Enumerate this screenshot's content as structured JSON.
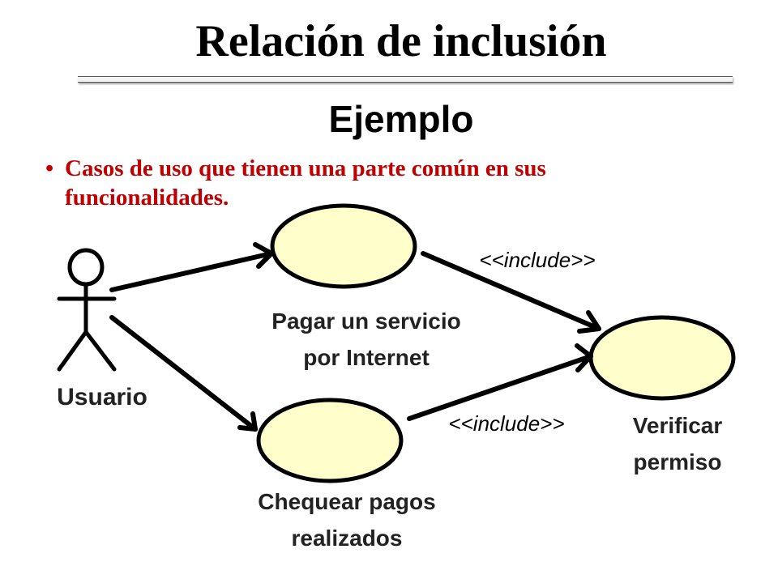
{
  "slide": {
    "title": "Relación de inclusión",
    "subtitle": "Ejemplo",
    "bullet_line1": "Casos de uso que tienen una parte común en sus",
    "bullet_line2": "funcionalidades."
  },
  "diagram": {
    "actor": {
      "label": "Usuario"
    },
    "use_cases": {
      "pagar": {
        "line1": "Pagar un servicio",
        "line2": "por Internet"
      },
      "chequear": {
        "line1": "Chequear pagos",
        "line2": "realizados"
      },
      "verificar": {
        "line1": "Verificar",
        "line2": "permiso"
      }
    },
    "relations": {
      "include_top": "<<include>>",
      "include_bottom": "<<include>>"
    }
  },
  "colors": {
    "use_case_fill": "#ffffcc",
    "bullet_text": "#c00000"
  }
}
